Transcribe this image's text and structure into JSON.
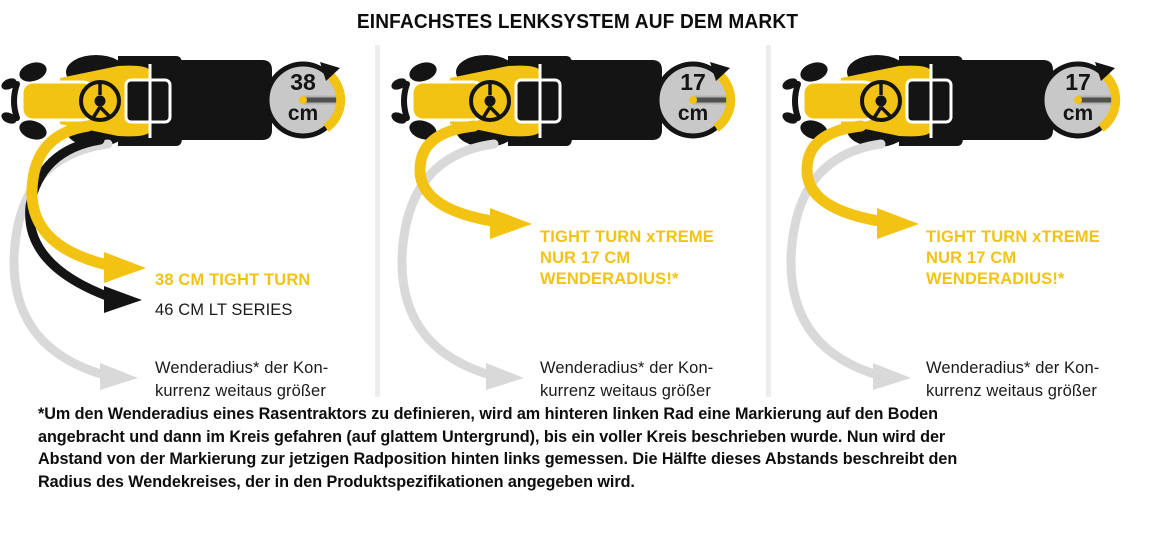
{
  "header": {
    "title": "EINFACHSTES LENKSYSTEM AUF DEM MARKT"
  },
  "colors": {
    "brand_yellow": "#F2C313",
    "tractor_black": "#141414",
    "competitor_gray": "#D4D4D4",
    "badge_fill": "#C8C8C8",
    "divider": "#EDEDED",
    "text": "#0D0D0D"
  },
  "panels": [
    {
      "id": "panel-tight-turn-38",
      "badge": {
        "value": "38",
        "unit": "cm"
      },
      "callouts": [
        {
          "kind": "primary",
          "arrow_color": "#F2C313",
          "lines": [
            "38 CM TIGHT TURN"
          ]
        },
        {
          "kind": "secondary",
          "arrow_color": "#141414",
          "lines": [
            "46 CM LT SERIES"
          ]
        },
        {
          "kind": "tertiary",
          "arrow_color": "#D4D4D4",
          "lines": [
            "Wenderadius* der Kon-",
            "kurrenz weitaus größer"
          ]
        }
      ]
    },
    {
      "id": "panel-tight-turn-xtreme-17-a",
      "badge": {
        "value": "17",
        "unit": "cm"
      },
      "callouts": [
        {
          "kind": "primary",
          "arrow_color": "#F2C313",
          "lines": [
            "TIGHT TURN xTREME",
            "NUR 17 CM",
            "WENDERADIUS!*"
          ]
        },
        {
          "kind": "tertiary",
          "arrow_color": "#D4D4D4",
          "lines": [
            "Wenderadius* der Kon-",
            "kurrenz weitaus größer"
          ]
        }
      ]
    },
    {
      "id": "panel-tight-turn-xtreme-17-b",
      "badge": {
        "value": "17",
        "unit": "cm"
      },
      "callouts": [
        {
          "kind": "primary",
          "arrow_color": "#F2C313",
          "lines": [
            "TIGHT TURN xTREME",
            "NUR 17 CM",
            "WENDERADIUS!*"
          ]
        },
        {
          "kind": "tertiary",
          "arrow_color": "#D4D4D4",
          "lines": [
            "Wenderadius* der Kon-",
            "kurrenz weitaus größer"
          ]
        }
      ]
    }
  ],
  "footnote": {
    "lines": [
      "*Um den Wenderadius eines Rasentraktors zu definieren, wird am hinteren linken Rad eine Markierung auf den Boden",
      "angebracht und dann im Kreis gefahren (auf glattem Untergrund), bis ein voller Kreis beschrieben wurde. Nun wird der",
      "Abstand von der Markierung zur jetzigen Radposition hinten links gemessen. Die Hälfte dieses Abstands beschreibt den",
      "Radius des Wendekreises, der in den Produktspezifikationen angegeben wird."
    ]
  }
}
